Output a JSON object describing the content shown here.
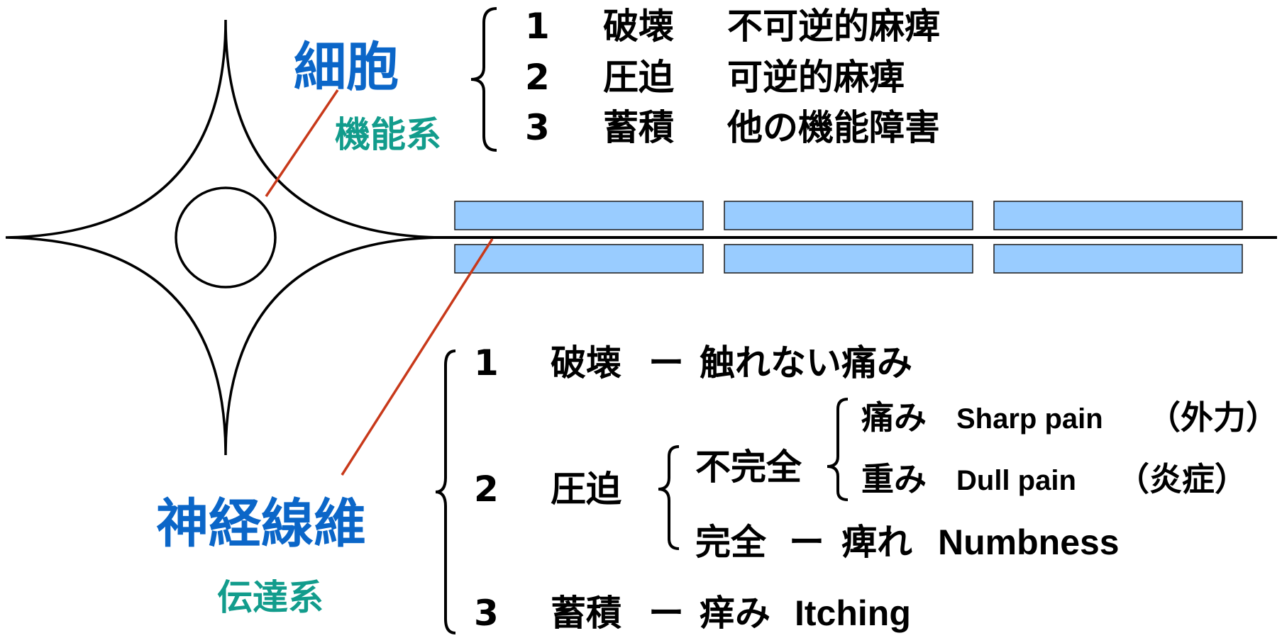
{
  "cell_label": "細胞",
  "cell_system": "機能系",
  "fiber_label": "神経線維",
  "fiber_system": "伝達系",
  "cell_items": [
    {
      "num": "1",
      "kind": "破壊",
      "effect": "不可逆的麻痺"
    },
    {
      "num": "2",
      "kind": "圧迫",
      "effect": "可逆的麻痺"
    },
    {
      "num": "3",
      "kind": "蓄積",
      "effect": "他の機能障害"
    }
  ],
  "fiber_items": {
    "item1": {
      "num": "1",
      "kind": "破壊",
      "dash": "ー",
      "effect": "触れない痛み"
    },
    "item2": {
      "num": "2",
      "kind": "圧迫"
    },
    "incomplete": "不完全",
    "pain": {
      "jp": "痛み",
      "en": "Sharp pain",
      "cause": "（外力）"
    },
    "heavy": {
      "jp": "重み",
      "en": "Dull pain",
      "cause": "（炎症）"
    },
    "complete": {
      "label": "完全",
      "dash": "ー",
      "jp": "痺れ",
      "en": "Numbness"
    },
    "item3": {
      "num": "3",
      "kind": "蓄積",
      "dash": "ー",
      "jp": "痒み",
      "en": "Itching"
    }
  },
  "colors": {
    "label_blue": "#0b66c8",
    "label_teal": "#129c8c",
    "pointer": "#c8391a",
    "myelin": "#99ccff"
  }
}
